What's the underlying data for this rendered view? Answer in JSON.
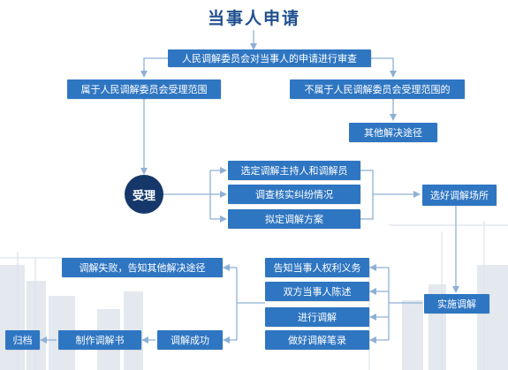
{
  "title": "当事人申请",
  "nodes": {
    "review": "人民调解委员会对当事人的申请进行审查",
    "in_scope": "属于人民调解委员会受理范围",
    "out_scope": "不属于人民调解委员会受理范围的",
    "other_way": "其他解决途径",
    "accept": "受理",
    "choose_mediator": "选定调解主持人和调解员",
    "investigate": "调查核实纠纷情况",
    "plan": "拟定调解方案",
    "choose_place": "选好调解场所",
    "implement": "实施调解",
    "inform_rights": "告知当事人权利义务",
    "statements": "双方当事人陈述",
    "mediate": "进行调解",
    "record": "做好调解笔录",
    "fail": "调解失败，告知其他解决途径",
    "success": "调解成功",
    "make_doc": "制作调解书",
    "archive": "归档"
  },
  "colors": {
    "box": "#2f76c2",
    "accept": "#15376a",
    "title": "#1f4f8f",
    "line": "#8fb0d6"
  }
}
